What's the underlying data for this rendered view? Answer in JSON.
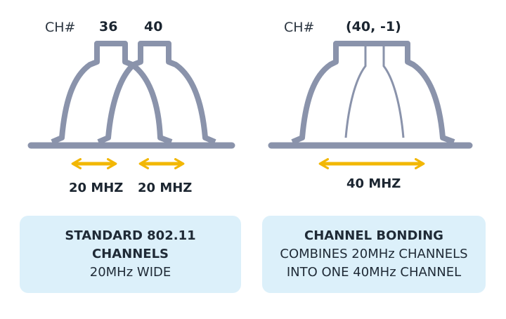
{
  "colors": {
    "bell": "#8a93ab",
    "baseline": "#8a93ab",
    "arrow": "#f2b705",
    "card_bg": "#dcf0fa"
  },
  "left_diagram": {
    "ch_label": "CH#",
    "channels": [
      "36",
      "40"
    ],
    "bandwidth_labels": [
      "20 MHZ",
      "20 MHZ"
    ]
  },
  "right_diagram": {
    "ch_label": "CH#",
    "channel": "(40, -1)",
    "bandwidth_label": "40 MHZ"
  },
  "left_card": {
    "lines": [
      "STANDARD 802.11",
      "CHANNELS",
      "20MHz WIDE"
    ]
  },
  "right_card": {
    "lines": [
      "CHANNEL BONDING",
      "COMBINES 20MHz CHANNELS",
      "INTO ONE 40MHz CHANNEL"
    ]
  }
}
